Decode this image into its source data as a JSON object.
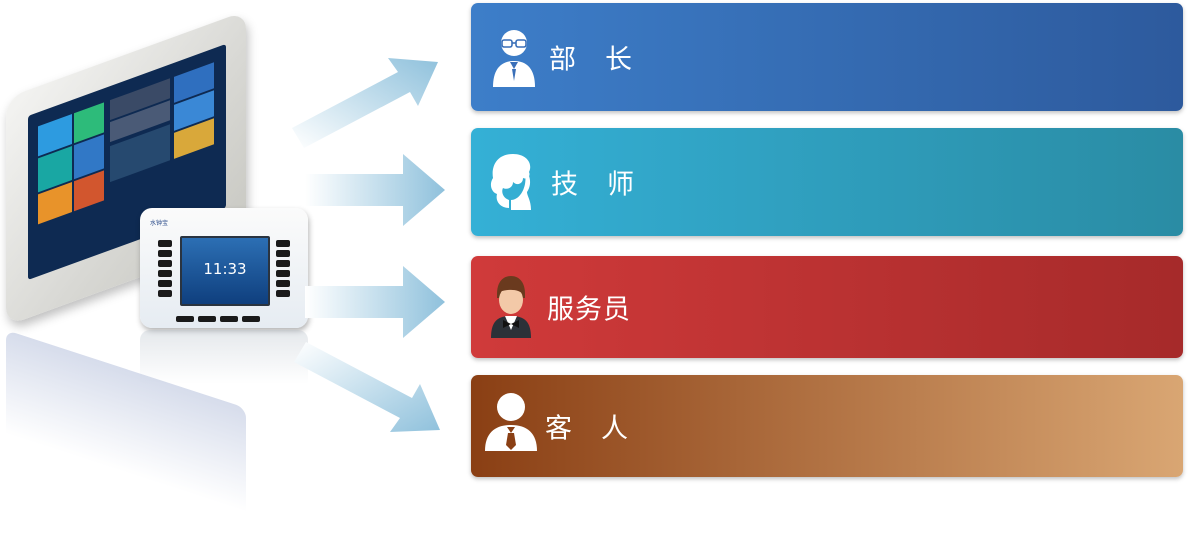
{
  "device_illustration": {
    "terminal_brand": "水钟宝",
    "terminal_time": "11:33"
  },
  "roles": [
    {
      "label": "部　长",
      "icon": "manager-icon",
      "color_start": "#3d7ec9",
      "color_end": "#2d5a9d"
    },
    {
      "label": "技　师",
      "icon": "technician-icon",
      "color_start": "#34b0d6",
      "color_end": "#2a8ca4"
    },
    {
      "label": "服务员",
      "icon": "waiter-icon",
      "color_start": "#d03a3a",
      "color_end": "#a62a2a"
    },
    {
      "label": "客　人",
      "icon": "guest-icon",
      "color_start": "#8a3f14",
      "color_end": "#d9a673"
    }
  ]
}
